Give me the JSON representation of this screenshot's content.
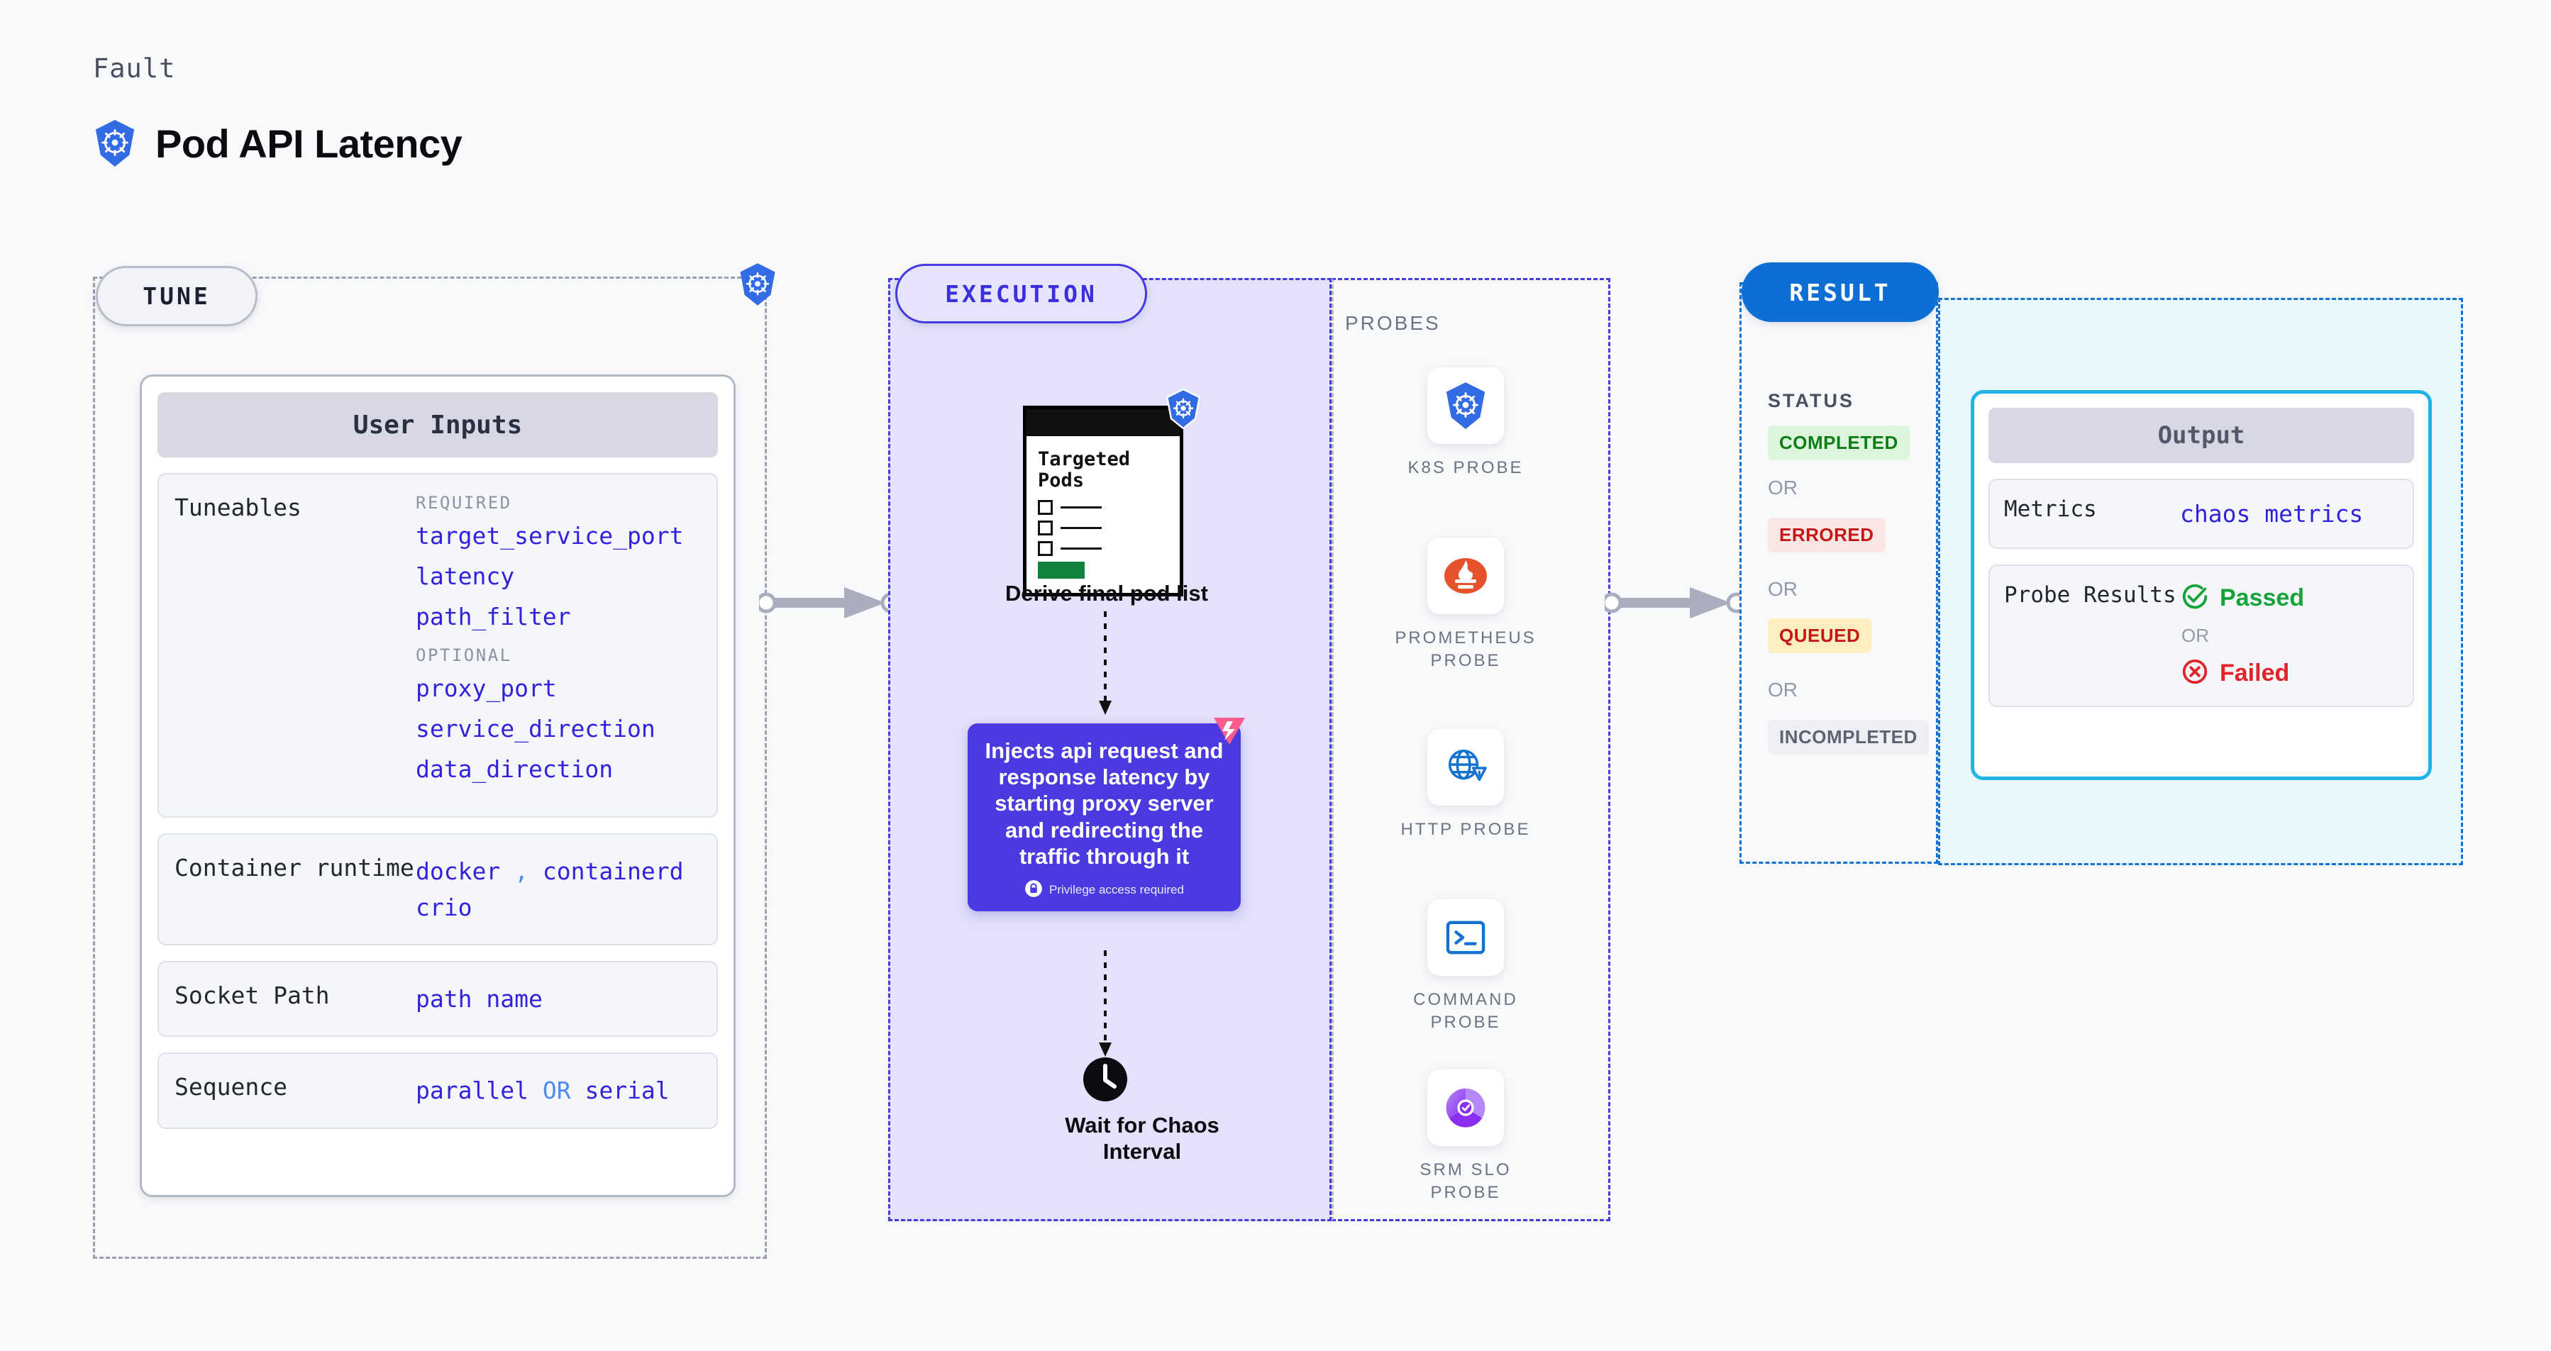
{
  "header": {
    "eyebrow": "Fault",
    "title": "Pod API Latency",
    "icon": "kubernetes-icon"
  },
  "colors": {
    "accent_purple": "#4a3ae0",
    "accent_blue": "#0d6fd4",
    "accent_cyan": "#21b2e8",
    "code_blue": "#3322dd",
    "muted": "#6e7384",
    "success": "#15a33a",
    "error": "#e0242a"
  },
  "tune": {
    "lane_label": "TUNE",
    "lane_icon": "kubernetes-icon",
    "card_title": "User Inputs",
    "tuneables": {
      "label": "Tuneables",
      "required_header": "REQUIRED",
      "required": [
        "target_service_port",
        "latency",
        "path_filter"
      ],
      "optional_header": "OPTIONAL",
      "optional": [
        "proxy_port",
        "service_direction",
        "data_direction"
      ]
    },
    "container_runtime": {
      "label": "Container runtime",
      "values_line1": "docker",
      "separator": ",",
      "values_line1b": "containerd",
      "values_line2": "crio"
    },
    "socket_path": {
      "label": "Socket Path",
      "value": "path name"
    },
    "sequence": {
      "label": "Sequence",
      "value_a": "parallel",
      "separator": "OR",
      "value_b": "serial"
    }
  },
  "execution": {
    "lane_label": "EXECUTION",
    "targeted_pods": {
      "title_line1": "Targeted",
      "title_line2": "Pods",
      "icon": "kubernetes-icon"
    },
    "step_derive_caption": "Derive final pod list",
    "inject_card": {
      "text": "Injects api request and response latency by starting proxy server and redirecting the traffic through it",
      "privilege_note": "Privilege access required",
      "privilege_icon": "lock-icon",
      "brand_icon": "harness-icon"
    },
    "wait_step": {
      "icon": "clock-icon",
      "caption_line1": "Wait for Chaos",
      "caption_line2": "Interval"
    }
  },
  "probes": {
    "title": "PROBES",
    "items": [
      {
        "name": "K8S PROBE",
        "icon": "kubernetes-icon"
      },
      {
        "name": "PROMETHEUS PROBE",
        "icon": "prometheus-icon"
      },
      {
        "name": "HTTP PROBE",
        "icon": "http-globe-warning-icon"
      },
      {
        "name": "COMMAND PROBE",
        "icon": "terminal-icon"
      },
      {
        "name": "SRM SLO PROBE",
        "icon": "srm-slo-icon"
      }
    ]
  },
  "result": {
    "lane_label": "RESULT",
    "status_title": "STATUS",
    "or_text": "OR",
    "statuses": [
      {
        "label": "COMPLETED",
        "bg": "#ddf5dd",
        "fg": "#0f7d15"
      },
      {
        "label": "ERRORED",
        "bg": "#fbe6e6",
        "fg": "#c61717"
      },
      {
        "label": "QUEUED",
        "bg": "#fdeebf",
        "fg": "#c61717"
      },
      {
        "label": "INCOMPLETED",
        "bg": "#eeeff4",
        "fg": "#5e6372"
      }
    ]
  },
  "output": {
    "card_title": "Output",
    "metrics": {
      "label": "Metrics",
      "value": "chaos metrics"
    },
    "probe_results": {
      "label": "Probe Results",
      "passed": "Passed",
      "passed_icon": "check-circle-icon",
      "or_text": "OR",
      "failed": "Failed",
      "failed_icon": "x-circle-icon"
    }
  }
}
